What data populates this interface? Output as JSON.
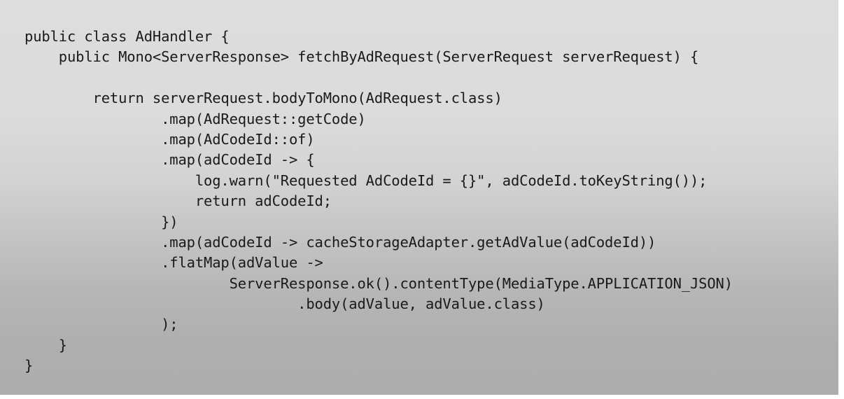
{
  "panel": {
    "name": "code-listing",
    "language": "java",
    "background_top_color": "#dddddd",
    "background_bottom_color": "#adadad",
    "text_color": "#1a1a1a"
  },
  "code": {
    "lines": [
      "public class AdHandler {",
      "    public Mono<ServerResponse> fetchByAdRequest(ServerRequest serverRequest) {",
      "",
      "        return serverRequest.bodyToMono(AdRequest.class)",
      "                .map(AdRequest::getCode)",
      "                .map(AdCodeId::of)",
      "                .map(adCodeId -> {",
      "                    log.warn(\"Requested AdCodeId = {}\", adCodeId.toKeyString());",
      "                    return adCodeId;",
      "                })",
      "                .map(adCodeId -> cacheStorageAdapter.getAdValue(adCodeId))",
      "                .flatMap(adValue ->",
      "                        ServerResponse.ok().contentType(MediaType.APPLICATION_JSON)",
      "                                .body(adValue, adValue.class)",
      "                );",
      "    }",
      "}"
    ]
  }
}
